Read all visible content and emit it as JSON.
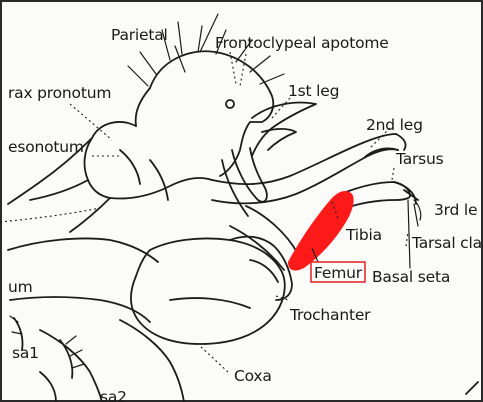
{
  "labels": {
    "parietal": "Parietal",
    "frontoclypeal_apotome": "Frontoclypeal apotome",
    "thorax_pronotum": "rax pronotum",
    "mesonotum": "esonotum",
    "first_leg": "1st leg",
    "second_leg": "2nd leg",
    "tarsus": "Tarsus",
    "third_leg": "3rd le",
    "tibia": "Tibia",
    "tarsal_claw": "Tarsal cla",
    "femur": "Femur",
    "basal_seta": "Basal seta",
    "trochanter": "Trochanter",
    "coxa": "Coxa",
    "left_fragment": "um",
    "sa1": "sa1",
    "sa2": "sa2"
  },
  "colors": {
    "highlight": "#ff1a1a",
    "box": "#e02020",
    "ink": "#1c1c1c"
  }
}
